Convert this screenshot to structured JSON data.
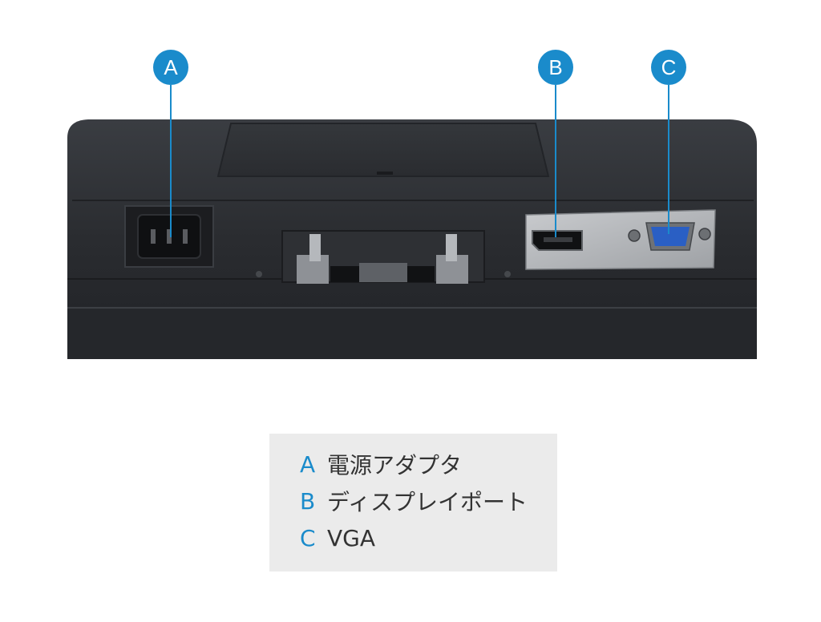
{
  "callouts": [
    {
      "letter": "A",
      "color": "#1a8bcb"
    },
    {
      "letter": "B",
      "color": "#1a8bcb"
    },
    {
      "letter": "C",
      "color": "#1a8bcb"
    }
  ],
  "legend": [
    {
      "key": "A",
      "label": "電源アダプタ"
    },
    {
      "key": "B",
      "label": "ディスプレイポート"
    },
    {
      "key": "C",
      "label": "VGA"
    }
  ],
  "colors": {
    "accent": "#1a8bcb",
    "monitor_body": "#2b2d31",
    "port_panel": "#b9bbbe",
    "vga_port": "#2a5fc4",
    "legend_bg": "#ebebeb"
  }
}
